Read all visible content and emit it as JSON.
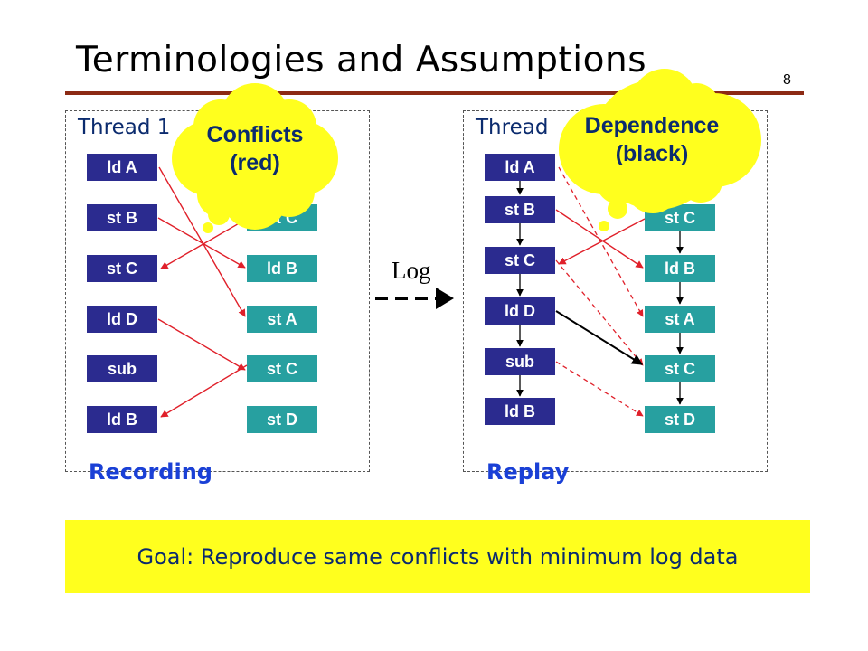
{
  "slide": {
    "title": "Terminologies and Assumptions",
    "number": "8"
  },
  "recording": {
    "thread_label": "Thread 1",
    "caption": "Recording",
    "thread1_ops": [
      "ld A",
      "st B",
      "st C",
      "ld D",
      "sub",
      "ld B"
    ],
    "thread2_ops": [
      "st C",
      "ld B",
      "st A",
      "st C",
      "st D"
    ]
  },
  "replay": {
    "thread_label": "Thread",
    "caption": "Replay",
    "thread1_ops": [
      "ld A",
      "st B",
      "st C",
      "ld D",
      "sub",
      "ld B"
    ],
    "thread2_ops": [
      "st C",
      "ld B",
      "st A",
      "st C",
      "st D"
    ]
  },
  "log_label": "Log",
  "callouts": {
    "conflicts": [
      "Conflicts",
      "(red)"
    ],
    "dependence": [
      "Dependence",
      "(black)"
    ]
  },
  "goal": "Goal: Reproduce same conflicts with minimum log data",
  "colors": {
    "title_rule": "#8c2a14",
    "op_box_thread1": "#2b2b8f",
    "op_box_thread2": "#27a0a0",
    "conflict_arrow": "#e0202a",
    "dependence_arrow": "#000000",
    "cloud": "#ffff1e",
    "caption": "#1a40d6",
    "goal_bg": "#ffff1e"
  }
}
